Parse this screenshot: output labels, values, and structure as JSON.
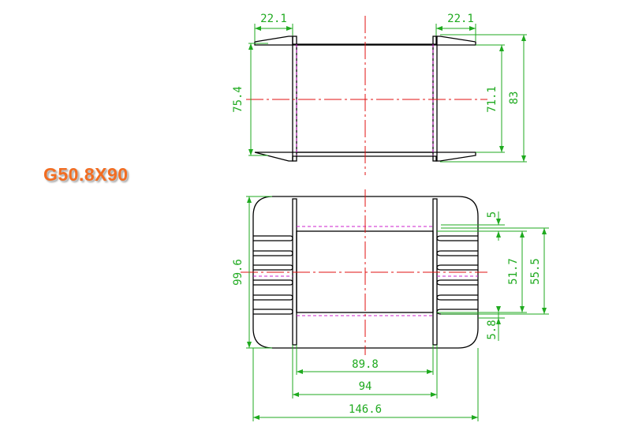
{
  "title": "G50.8X90",
  "colors": {
    "outline": "#000000",
    "dimension": "#1faa1f",
    "center_line": "#e01010",
    "hidden_line": "#cc22cc",
    "title": "#f26d22"
  },
  "top_view": {
    "dimensions": {
      "flange_left": "22.1",
      "flange_right": "22.1",
      "inner_height": "75.4",
      "body_height": "71.1",
      "overall_height": "83"
    }
  },
  "front_view": {
    "dimensions": {
      "slot_width": "5",
      "slot_pitch": "51.7",
      "slot_span": "55.5",
      "bottom_gap": "5.8",
      "overall_height": "99.6",
      "inner_width": "89.8",
      "flange_span": "94",
      "overall_width": "146.6"
    }
  }
}
